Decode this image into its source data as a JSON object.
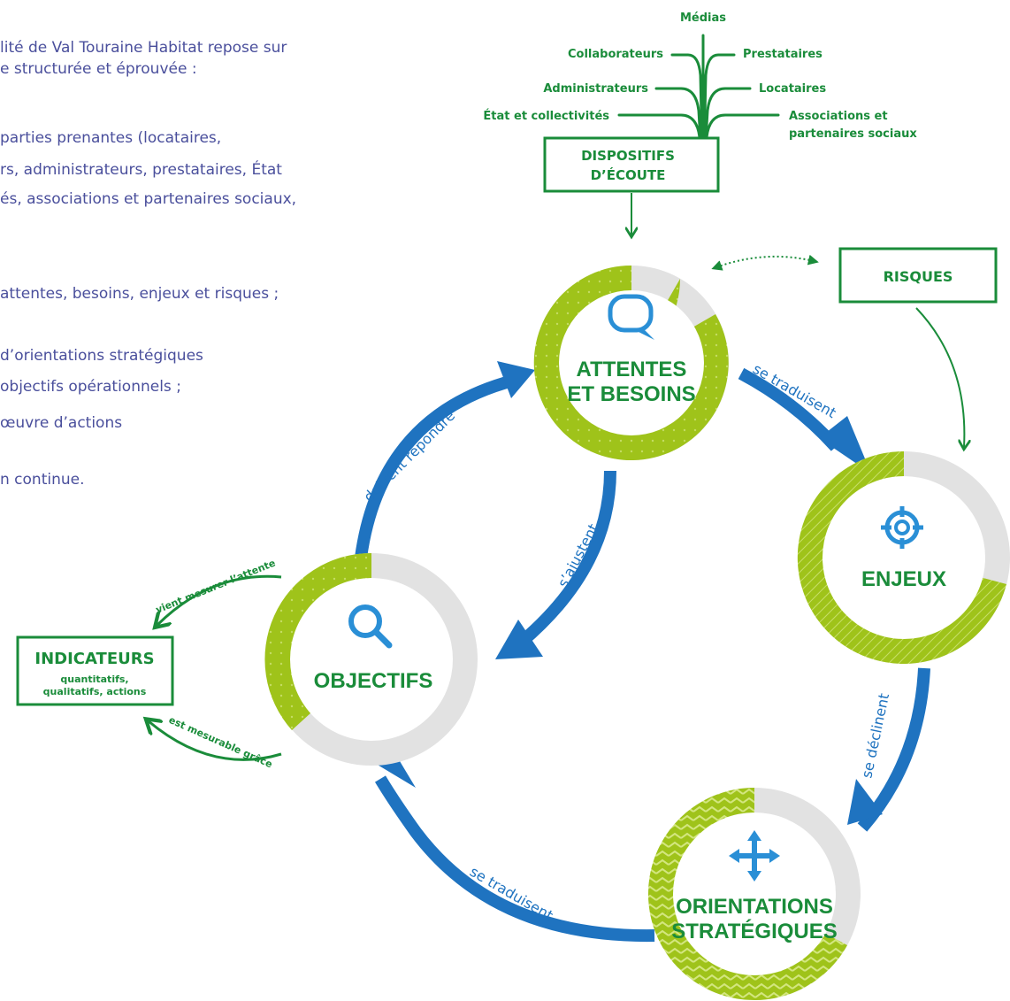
{
  "intro": {
    "line1": "lité de Val Touraine Habitat repose sur",
    "line2": "e structurée et éprouvée :",
    "line3": "parties prenantes (locataires,",
    "line4": "rs, administrateurs, prestataires, État",
    "line5": "és, associations et partenaires sociaux,",
    "line6": "attentes, besoins, enjeux et risques ;",
    "line7": "d’orientations stratégiques",
    "line8": "objectifs opérationnels ;",
    "line9": "œuvre d’actions",
    "line10": "n continue."
  },
  "stakeholders": {
    "medias": "Médias",
    "collaborateurs": "Collaborateurs",
    "prestataires": "Prestataires",
    "administrateurs": "Administrateurs",
    "locataires": "Locataires",
    "etat": "État et collectivités",
    "associations_line1": "Associations et",
    "associations_line2": "partenaires sociaux"
  },
  "dispositifs": {
    "line1": "DISPOSITIFS",
    "line2": "D’ÉCOUTE"
  },
  "risques": "RISQUES",
  "nodes": {
    "attentes": {
      "line1": "ATTENTES",
      "line2": "ET BESOINS",
      "icon": "speech-bubble-icon"
    },
    "enjeux": {
      "line1": "ENJEUX",
      "icon": "target-icon"
    },
    "orientations": {
      "line1": "ORIENTATIONS",
      "line2": "STRATÉGIQUES",
      "icon": "move-arrows-icon"
    },
    "objectifs": {
      "line1": "OBJECTIFS",
      "icon": "magnifier-icon"
    }
  },
  "indicateurs": {
    "title": "INDICATEURS",
    "line1": "quantitatifs,",
    "line2": "qualitatifs, actions"
  },
  "arrow_labels": {
    "se_traduisent_1": "se traduisent",
    "se_declinent": "se déclinent",
    "se_traduisent_2": "se traduisent",
    "doivent_repondre": "doivent répondre",
    "s_ajustent": "s’ajustent",
    "vient_mesurer": "vient mesurer l’attente",
    "est_mesurable": "est mesurable grâce"
  },
  "colors": {
    "green": "#1a8c3a",
    "lime": "#9fc31a",
    "blue": "#1f73c0",
    "icon_blue": "#2a8fd6",
    "ring_grey": "#e2e2e2",
    "text_purple": "#4a4f9c"
  }
}
